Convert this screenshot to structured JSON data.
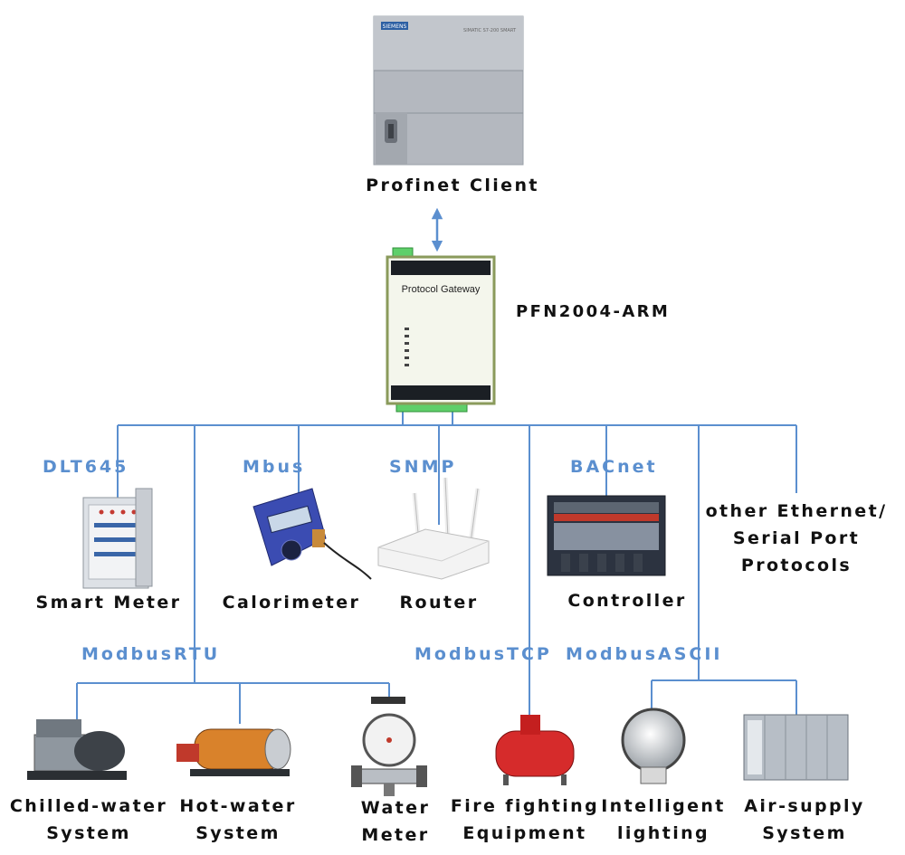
{
  "client": {
    "label": "Profinet Client",
    "brand": "SIEMENS",
    "model": "SIMATIC S7-200 SMART"
  },
  "gateway": {
    "label": "PFN2004-ARM",
    "panel_text": "Protocol Gateway"
  },
  "protocols": {
    "dlt645": "DLT645",
    "mbus": "Mbus",
    "snmp": "SNMP",
    "bacnet": "BACnet",
    "modbus_rtu": "ModbusRTU",
    "modbus_tcp": "ModbusTCP",
    "modbus_ascii": "ModbusASCII"
  },
  "devices": {
    "smart_meter": "Smart Meter",
    "calorimeter": "Calorimeter",
    "router": "Router",
    "controller": "Controller",
    "other": [
      "other Ethernet/",
      "Serial Port",
      "Protocols"
    ],
    "chilled_water": [
      "Chilled-water",
      "System"
    ],
    "hot_water": [
      "Hot-water",
      "System"
    ],
    "water_meter": [
      "Water",
      "Meter"
    ],
    "fire_fighting": [
      "Fire fighting",
      "Equipment"
    ],
    "lighting": [
      "Intelligent",
      "lighting"
    ],
    "air_supply": [
      "Air-supply",
      "System"
    ]
  },
  "colors": {
    "line": "#5b8fcf",
    "text": "#111111",
    "protocol": "#5b8fcf",
    "gateway_border": "#8a9a5b"
  }
}
